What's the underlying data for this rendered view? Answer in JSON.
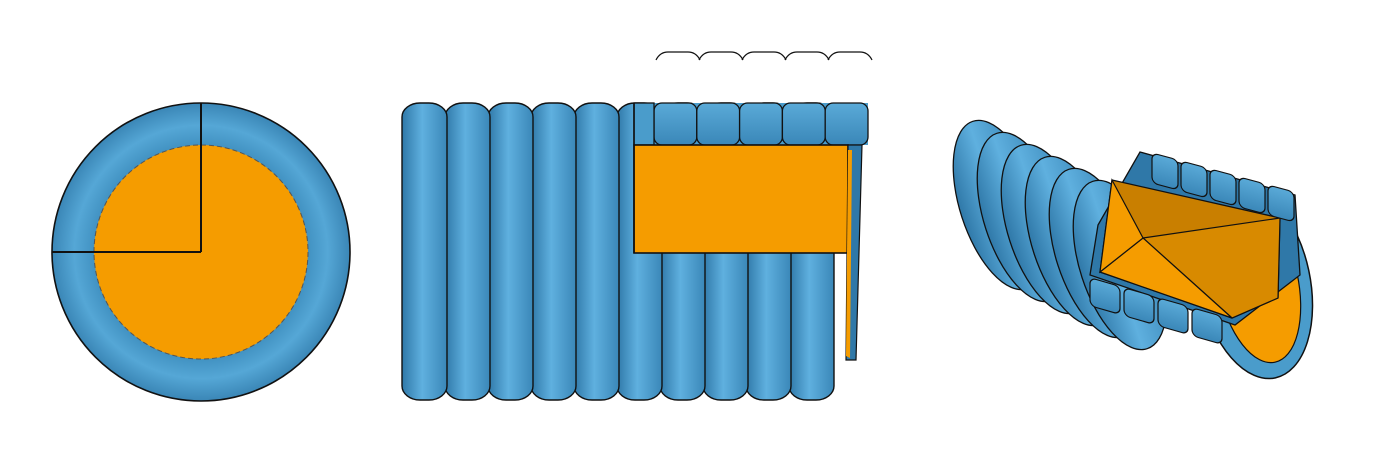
{
  "figure": {
    "views": [
      {
        "id": "end",
        "description_name": "end-view"
      },
      {
        "id": "side",
        "description_name": "side-section-view"
      },
      {
        "id": "iso",
        "description_name": "isometric-cutaway-view"
      }
    ],
    "colors": {
      "shell": "#4a9ccb",
      "shell_dark": "#2f78a8",
      "shell_light": "#6bb4dd",
      "core": "#f59c00",
      "core_dark": "#c97f00",
      "core_deep": "#d88a00",
      "outline": "#111111",
      "background": "#ffffff"
    },
    "side_view": {
      "coil_count": 10,
      "section_tabs": 5
    },
    "iso_view": {
      "coil_count": 6,
      "upper_tabs": 5,
      "lower_tabs": 4
    }
  }
}
